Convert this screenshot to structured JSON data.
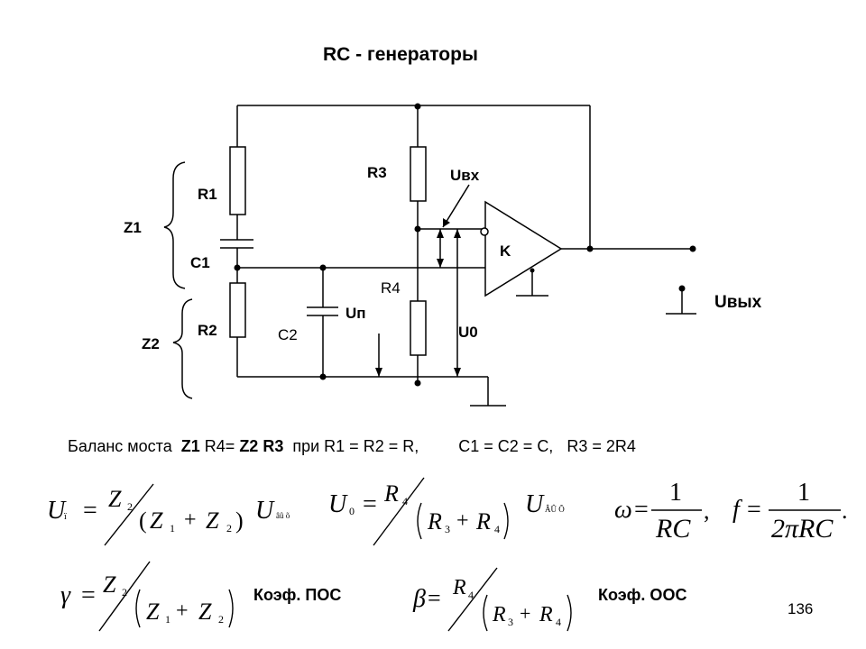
{
  "title": "RC - генераторы",
  "circuit": {
    "labels": {
      "r1": "R1",
      "c1": "C1",
      "r2": "R2",
      "c2": "C2",
      "r3": "R3",
      "r4": "R4",
      "z1": "Z1",
      "z2": "Z2",
      "uin": "Uвх",
      "un": "Uп",
      "u0": "U0",
      "k": "K",
      "uout": "Uвых"
    }
  },
  "balance": {
    "prefix": "Баланс моста",
    "z1": "Z1",
    "r4": "R4=",
    "z2r3": "Z2 R3",
    "condition": "при R1 = R2 = R,",
    "c_eq": "C1 = C2 = C,",
    "r_eq": "R3 = 2R4"
  },
  "formulas": {
    "f1": {
      "U": "U",
      "Usub": "ï",
      "eq": "=",
      "num": "Z",
      "numsub": "2",
      "open": "(",
      "z1": "Z",
      "z1sub": "1",
      "plus": "+",
      "z2": "Z",
      "z2sub": "2",
      "close": ")",
      "box": "",
      "U2": "U",
      "U2sub": "âû õ"
    },
    "f2": {
      "U": "U",
      "Usub": "0",
      "eq": "=",
      "num": "R",
      "numsub": "4",
      "r3": "R",
      "r3sub": "3",
      "plus": "+",
      "r4": "R",
      "r4sub": "4",
      "box": "",
      "U2": "U",
      "U2sub": "ÂÛ Õ"
    },
    "f3": {
      "lhs": "ω",
      "eq": "=",
      "num": "1",
      "den": "RC",
      "tail": ","
    },
    "f4": {
      "lhs": "f",
      "eq": "=",
      "num": "1",
      "den": "2πRC",
      "tail": "."
    },
    "f5": {
      "box": "",
      "lhs": "γ",
      "eq": "=",
      "num": "Z",
      "numsub": "2",
      "z1": "Z",
      "z1sub": "1",
      "plus": "+",
      "z2": "Z",
      "z2sub": "2"
    },
    "f6": {
      "lhs": "β",
      "eq": "=",
      "num": "R",
      "numsub": "4",
      "r3": "R",
      "r3sub": "3",
      "plus": "+",
      "r4": "R",
      "r4sub": "4"
    },
    "pos": "Коэф. ПОС",
    "oos": "Коэф. ООС"
  },
  "page_number": "136"
}
